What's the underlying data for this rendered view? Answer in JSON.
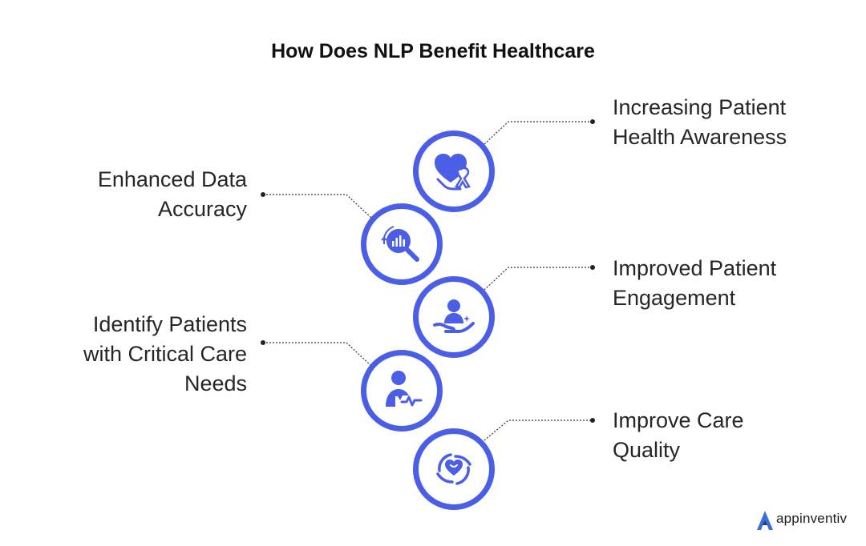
{
  "title": "How Does NLP Benefit Healthcare",
  "items": [
    {
      "lines": [
        "Increasing Patient",
        "Health Awareness"
      ],
      "icon": "heart-ribbon-hand-icon"
    },
    {
      "lines": [
        "Enhanced Data",
        "Accuracy"
      ],
      "icon": "magnifier-chart-icon"
    },
    {
      "lines": [
        "Improved Patient",
        "Engagement"
      ],
      "icon": "patient-care-hand-icon"
    },
    {
      "lines": [
        "Identify Patients",
        "with Critical Care",
        "Needs"
      ],
      "icon": "patient-pulse-icon"
    },
    {
      "lines": [
        "Improve Care",
        "Quality"
      ],
      "icon": "heart-hands-icon"
    }
  ],
  "brand": {
    "name": "appinventiv",
    "icon": "appinventiv-logo-icon"
  },
  "colors": {
    "accent": "#4a5ee6",
    "logo_blue": "#3a6fd8"
  }
}
